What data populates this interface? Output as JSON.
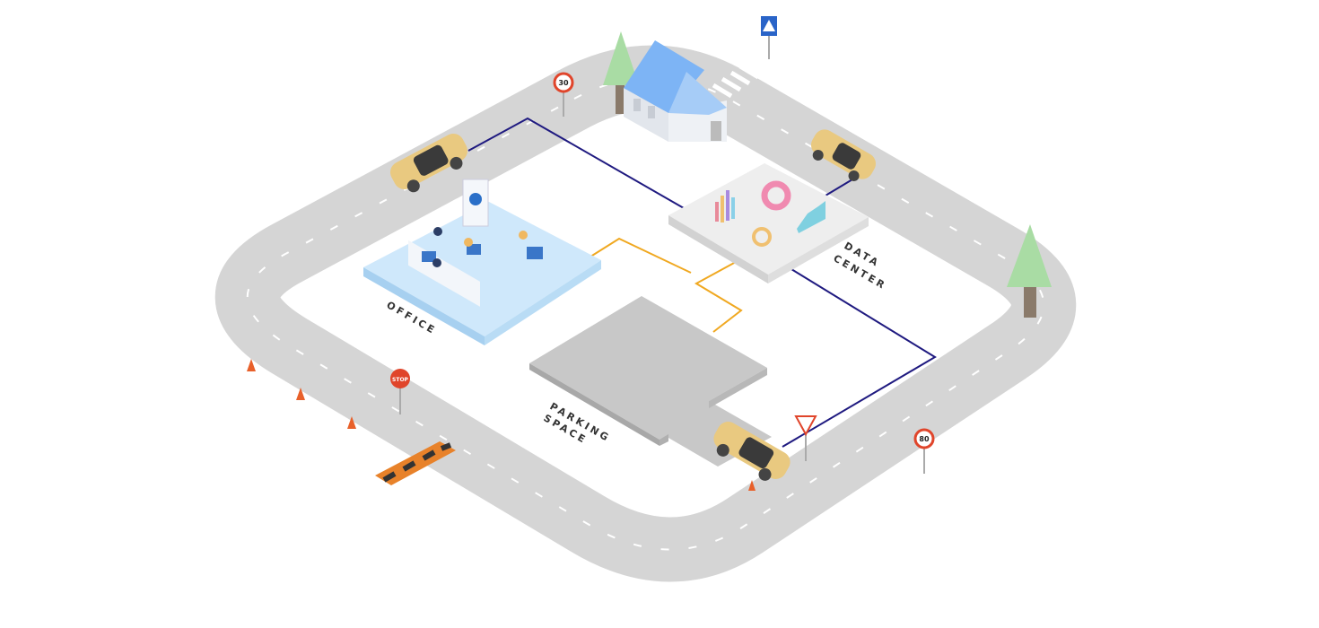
{
  "labels": {
    "office": "OFFICE",
    "data_center_1": "DATA",
    "data_center_2": "CENTER",
    "parking_1": "PARKING",
    "parking_2": "SPACE"
  },
  "signs": {
    "speed_top": "30",
    "speed_right": "80",
    "stop": "STOP"
  },
  "colors": {
    "road": "#d5d5d5",
    "network_line": "#1f1a80",
    "power_line": "#f0a820",
    "office_platform": "#cfe8fb",
    "car": "#e9c980",
    "roof": "#7db4f5"
  }
}
